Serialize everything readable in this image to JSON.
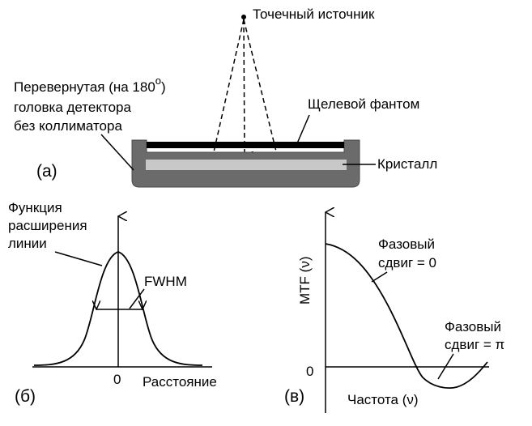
{
  "panel_a": {
    "label": "(а)",
    "point_source": "Точечный источник",
    "detector_line1": "Перевернутая (на 180",
    "detector_degree": "o",
    "detector_close": ")",
    "detector_line2": "головка детектора",
    "detector_line3": "без коллиматора",
    "slit_phantom": "Щелевой фантом",
    "crystal": "Кристалл"
  },
  "panel_b": {
    "label": "(б)",
    "lsf_line1": "Функция",
    "lsf_line2": "расширения",
    "lsf_line3": "линии",
    "fwhm": "FWHM",
    "zero": "0",
    "xlabel": "Расстояние"
  },
  "panel_c": {
    "label": "(в)",
    "ylabel": "MTF (ν)",
    "xlabel": "Частота (ν)",
    "zero": "0",
    "phase0_line1": "Фазовый",
    "phase0_line2": "сдвиг = 0",
    "phasepi_line1": "Фазовый",
    "phasepi_line2": "сдвиг = π"
  },
  "colors": {
    "detector_housing": "#6b6b6b",
    "crystal": "#c8c8c8",
    "phantom": "#000000"
  }
}
